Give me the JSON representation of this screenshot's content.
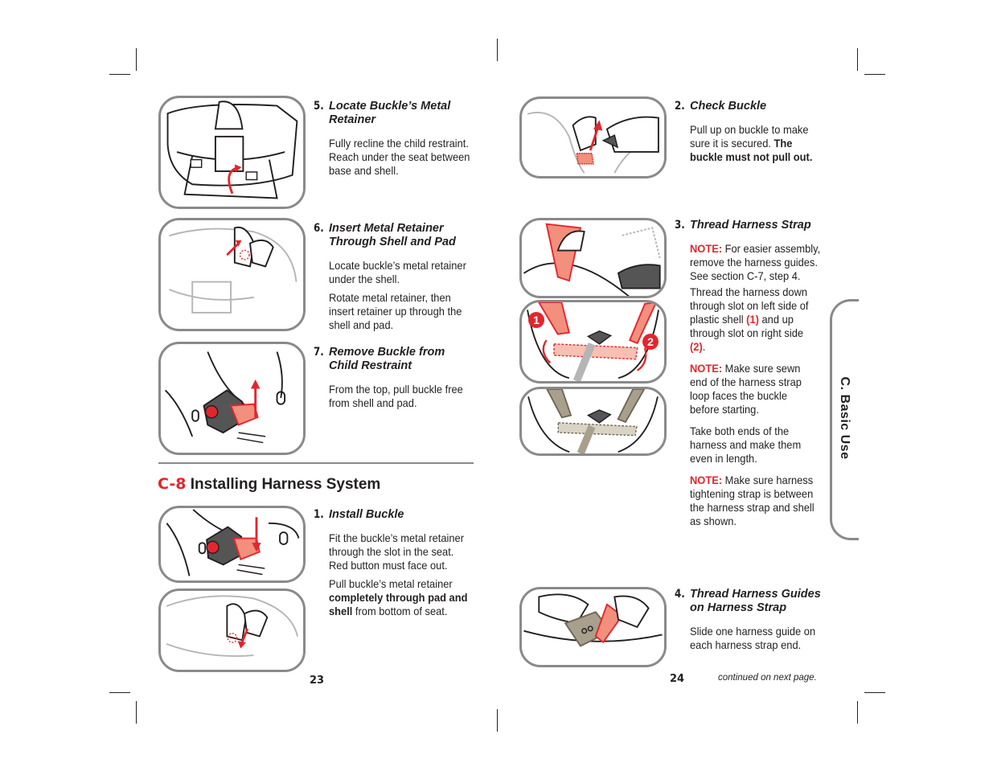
{
  "left_page": {
    "steps": [
      {
        "num": "5.",
        "title_line1": "Locate Buckle’s Metal",
        "title_line2": "Retainer",
        "body": "Fully recline the child restraint.  Reach under the seat between base and shell."
      },
      {
        "num": "6.",
        "title_line1": "Insert Metal Retainer",
        "title_line2": "Through Shell and Pad",
        "body1": "Locate buckle’s metal retainer under the shell.",
        "body2": "Rotate metal retainer, then insert retainer up through the shell and pad."
      },
      {
        "num": "7.",
        "title_line1": "Remove Buckle from",
        "title_line2": "Child Restraint",
        "body": "From the top, pull buckle free from shell and pad."
      }
    ],
    "section": {
      "code": "C-8",
      "title": "Installing Harness System"
    },
    "install_step": {
      "num": "1.",
      "title": "Install Buckle",
      "body1": "Fit the buckle’s metal retainer through the slot in the seat. Red button must face out.",
      "body2_pre": "Pull buckle’s metal retainer ",
      "body2_bold": "completely through pad and shell",
      "body2_post": " from bottom of seat."
    },
    "page_number": "23"
  },
  "right_page": {
    "check_step": {
      "num": "2.",
      "title": "Check Buckle",
      "body_pre": "Pull up on buckle to make sure it is secured. ",
      "body_bold": "The buckle must not pull out."
    },
    "thread_step": {
      "num": "3.",
      "title": "Thread Harness Strap",
      "note_label": "NOTE:",
      "note1": " For easier assembly, remove the harness guides. See section C-7, step 4.",
      "body1_pre": "Thread the harness down through slot on left side of plastic shell ",
      "body1_ref1": "(1)",
      "body1_mid": " and up through slot on right side ",
      "body1_ref2": "(2)",
      "body1_post": ".",
      "note2": " Make sure sewn end of the harness strap loop faces the buckle before starting.",
      "body2": "Take both ends of the harness and make them even in length.",
      "note3": " Make sure harness tightening strap is between the harness strap and shell as shown.",
      "badge1": "1",
      "badge2": "2"
    },
    "guides_step": {
      "num": "4.",
      "title_line1": "Thread Harness Guides",
      "title_line2": "on Harness Strap",
      "body": "Slide one harness guide on each harness strap end."
    },
    "page_number": "24",
    "continued": "continued on next page.",
    "tab_label": "C. Basic Use"
  },
  "colors": {
    "accent_red": "#e3262d",
    "frame_gray": "#8a8a8a",
    "text": "#231f20"
  }
}
